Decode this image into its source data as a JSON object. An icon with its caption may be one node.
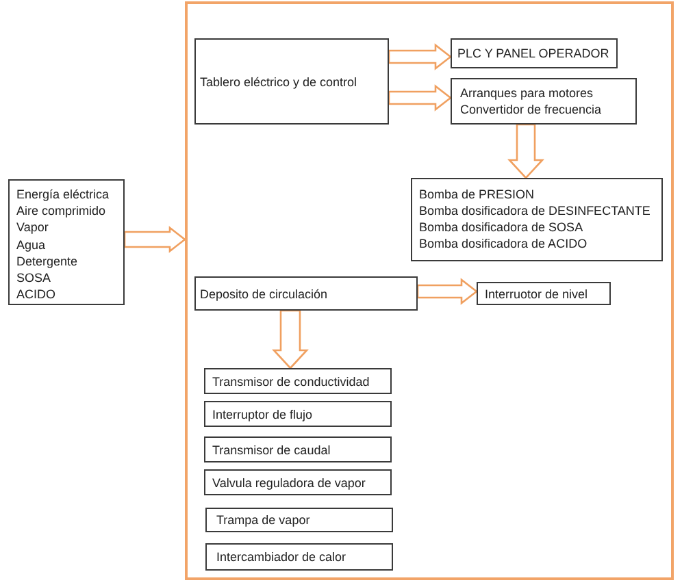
{
  "diagram": {
    "nodes": [
      {
        "text": [
          "Energía eléctrica",
          "Aire comprimido",
          "Vapor",
          "Agua",
          "Detergente",
          "SOSA",
          "ACIDO"
        ]
      },
      {
        "text": [],
        "shape": "box"
      },
      {
        "text": [
          "Tablero eléctrico y de control"
        ],
        "in": 1
      },
      {
        "text": [
          "PLC Y PANEL OPERADOR"
        ],
        "in": 1
      },
      {
        "text": [
          "Arranques para motores",
          "Convertidor de frecuencia"
        ],
        "in": 1
      },
      {
        "text": [
          "Bomba de PRESION",
          "Bomba dosificadora de DESINFECTANTE",
          "Bomba dosificadora de SOSA",
          "Bomba dosificadora de ACIDO"
        ],
        "in": 1
      },
      {
        "text": [
          "Deposito de circulación"
        ],
        "in": 1
      },
      {
        "text": [
          "Interruotor de nivel"
        ],
        "in": 1
      },
      {
        "text": [
          "Transmisor de conductividad"
        ],
        "in": 1
      },
      {
        "text": [
          "Interruptor de flujo"
        ],
        "in": 1
      },
      {
        "text": [
          "Transmisor de caudal"
        ],
        "in": 1
      },
      {
        "text": [
          "Valvula reguladora de vapor"
        ],
        "in": 1
      },
      {
        "text": [
          "Trampa de vapor"
        ],
        "in": 1
      },
      {
        "text": [
          "Intercambiador de calor"
        ],
        "in": 1
      }
    ],
    "edges": [
      {
        "from": 0,
        "to": 1,
        "arrow": "to"
      },
      {
        "from": 2,
        "to": 3,
        "arrow": "to"
      },
      {
        "from": 2,
        "to": 4,
        "arrow": "to"
      },
      {
        "from": 4,
        "to": 5,
        "arrow": "to"
      },
      {
        "from": 6,
        "to": 7,
        "arrow": "to"
      },
      {
        "from": 6,
        "to": 8,
        "arrow": "to"
      }
    ]
  }
}
